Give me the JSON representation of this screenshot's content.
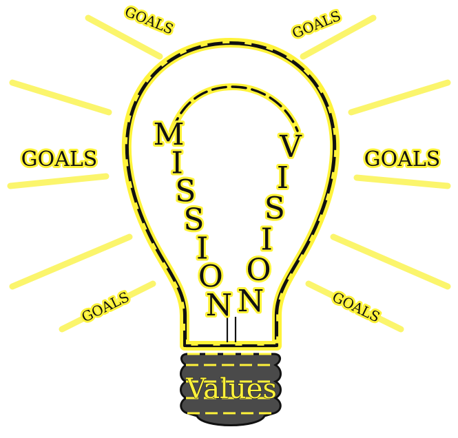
{
  "goals": {
    "top_left": "GOALS",
    "top_right": "GOALS",
    "mid_left": "GOALS",
    "mid_right": "GOALS",
    "bottom_left": "GOALS",
    "bottom_right": "GOALS"
  },
  "mission": "MISSION",
  "vision": "VISION",
  "values": "Values",
  "colors": {
    "glow": "#fff33a",
    "ray": "#fbf56c",
    "outline": "#111111",
    "base": "#4a4a4a"
  }
}
